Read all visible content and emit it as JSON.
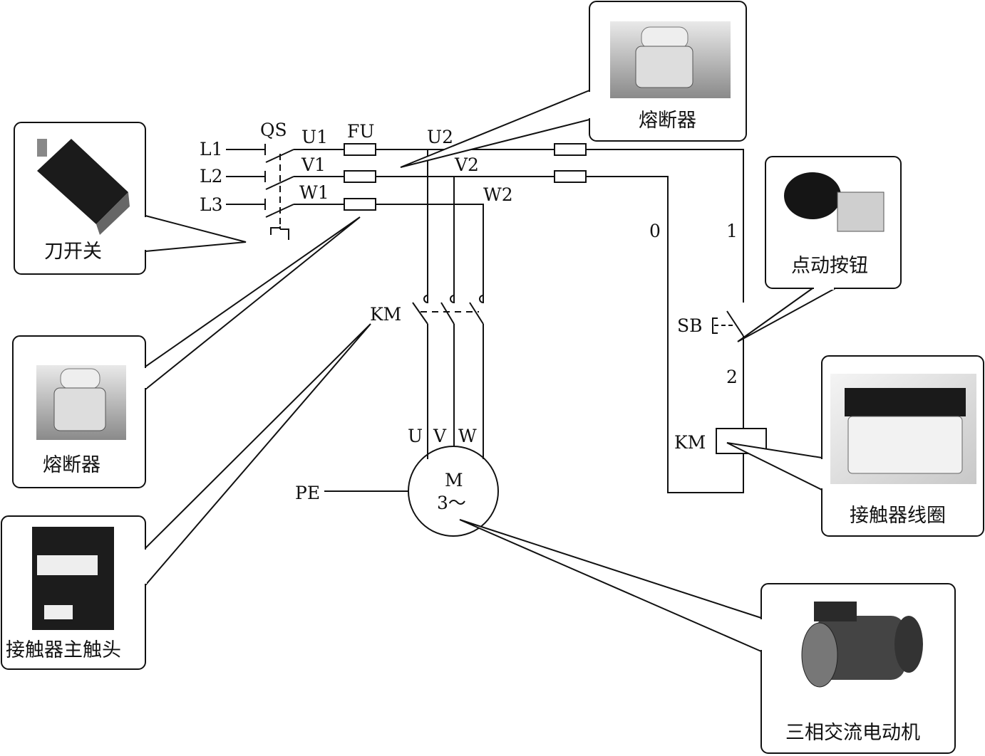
{
  "labels": {
    "qs": "QS",
    "l1": "L1",
    "l2": "L2",
    "l3": "L3",
    "u1": "U1",
    "v1": "V1",
    "w1": "W1",
    "fu": "FU",
    "u2": "U2",
    "v2": "V2",
    "w2": "W2",
    "km_main": "KM",
    "u": "U",
    "v": "V",
    "w": "W",
    "pe": "PE",
    "motor_m": "M",
    "motor_phase": "3～",
    "n0": "0",
    "n1": "1",
    "n2": "2",
    "sb": "SB",
    "km_coil": "KM"
  },
  "callouts": {
    "knife_switch": "刀开关",
    "fuse_top": "熔断器",
    "fuse_left": "熔断器",
    "contactor_main": "接触器主触头",
    "push_button": "点动按钮",
    "coil": "接触器线圈",
    "motor": "三相交流电动机"
  }
}
